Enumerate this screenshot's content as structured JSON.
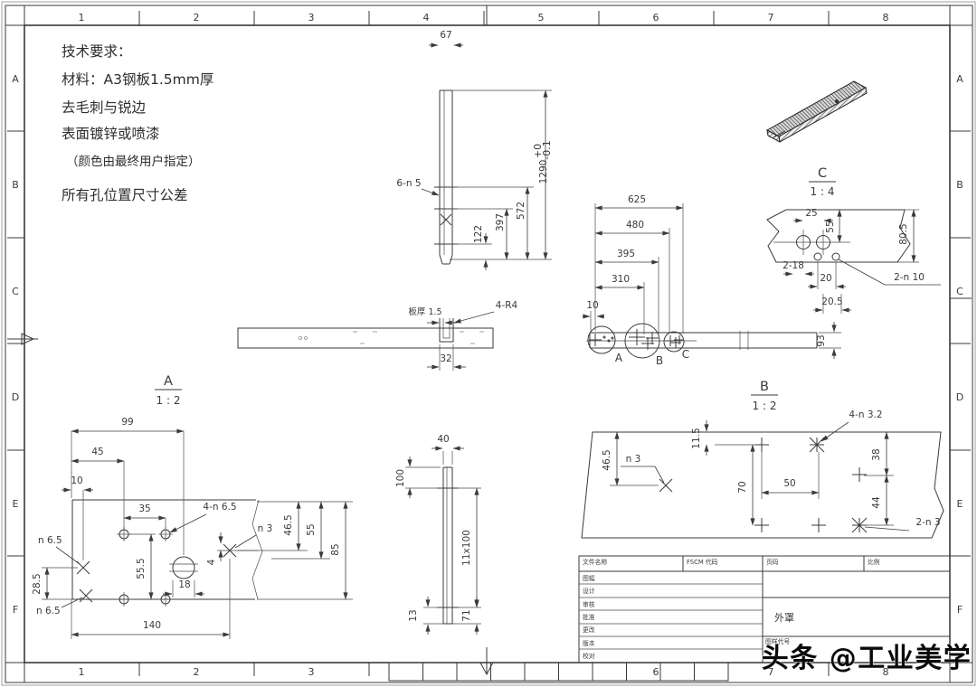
{
  "zones": {
    "columns": [
      "1",
      "2",
      "3",
      "4",
      "5",
      "6",
      "7",
      "8"
    ],
    "rows": [
      "A",
      "B",
      "C",
      "D",
      "E",
      "F"
    ]
  },
  "tech_requirements": {
    "title": "技术要求：",
    "line1": "材料：A3钢板1.5mm厚",
    "line2": "去毛刺与锐边",
    "line3": "表面镀锌或喷漆",
    "line4": "（颜色由最终用户指定）",
    "line5": "所有孔位置尺寸公差"
  },
  "front_view": {
    "top_width": "67",
    "holes": "6-n 5",
    "d122": "122",
    "d397": "397",
    "d572": "572",
    "d1290": "1290",
    "tol_up": "+0",
    "tol_dn": "-0.1"
  },
  "plan_view": {
    "d625": "625",
    "d480": "480",
    "d395": "395",
    "d310": "310",
    "d10": "10",
    "d93": "93",
    "label_a": "A",
    "label_b": "B",
    "label_c": "C",
    "thickness": "板厚 1.5",
    "radius": "4-R4",
    "d32": "32"
  },
  "detail_a": {
    "title": "A",
    "scale": "1 : 2",
    "d99": "99",
    "d45": "45",
    "d10": "10",
    "d35": "35",
    "holes4": "4-n 6.5",
    "hole_top": "n 6.5",
    "hole_bottom": "n 6.5",
    "d28_5": "28.5",
    "d55_5": "55.5",
    "d18": "18",
    "d4": "4",
    "hole3": "n 3",
    "d46_5": "46.5",
    "d55": "55",
    "d85": "85",
    "d140": "140"
  },
  "detail_b": {
    "title": "B",
    "scale": "1 : 2",
    "holes4": "4-n 3.2",
    "d11_5": "11.5",
    "d46_5": "46.5",
    "hole3": "n 3",
    "d70": "70",
    "d50": "50",
    "d38": "38",
    "d44": "44",
    "holes2": "2-n 3"
  },
  "detail_c": {
    "title": "C",
    "scale": "1 : 4",
    "d25": "25",
    "d55": "55",
    "d80_5": "80.5",
    "holes8": "2-18",
    "d20": "20",
    "d20_5": "20.5",
    "holes10": "2-n 10"
  },
  "side_view": {
    "d40": "40",
    "d100": "100",
    "d11x100": "11x100",
    "d13": "13",
    "d71": "71"
  },
  "title_block": {
    "file_label": "文件名称",
    "fscm_label": "FSCM 代码",
    "page_label": "页码",
    "scale_label": "比例",
    "row1": "图幅",
    "row2": "设计",
    "row3": "审核",
    "row4": "批准",
    "row5": "更改",
    "row6": "版本",
    "row7": "校对",
    "part_name": "外罩",
    "code_label": "图样代号"
  },
  "watermark": "头条 @工业美学"
}
